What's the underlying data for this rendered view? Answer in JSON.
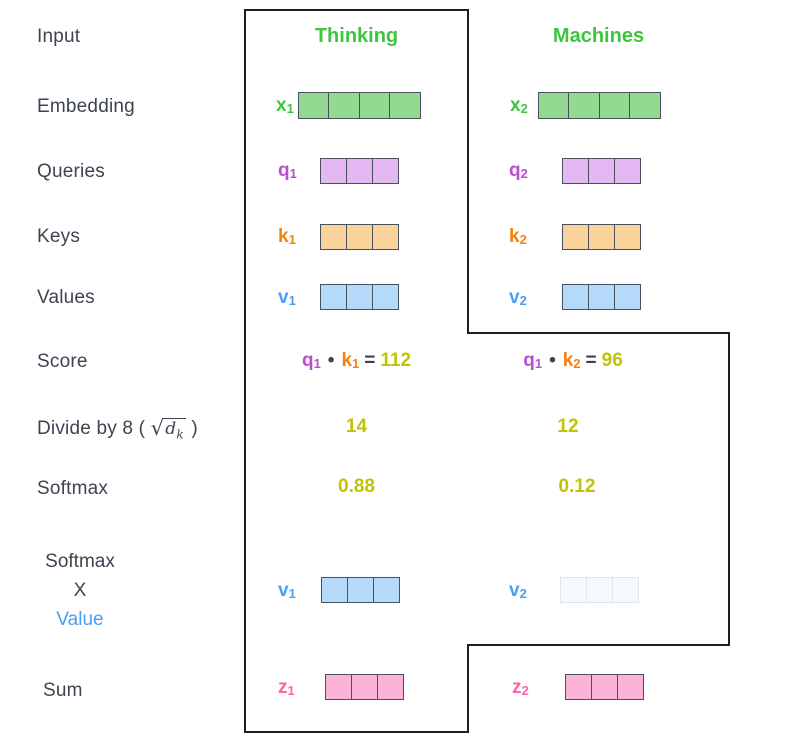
{
  "colors": {
    "green": "#3ec53e",
    "purple": "#bb4dd3",
    "orange": "#f5820b",
    "blue": "#4b9ff2",
    "pink": "#fb64a6",
    "olive": "#c2c306",
    "text": "#3d4450",
    "cell_green": "#93d98f",
    "cell_purple": "#e4b8f2",
    "cell_orange": "#fad39b",
    "cell_blue": "#b5d9f8",
    "cell_pink": "#fdb3d7",
    "cell_faded_fill": "#f5f9fd",
    "cell_faded_border": "#dde5ee",
    "outline": "#1e1e1e"
  },
  "left_labels": {
    "input": "Input",
    "embedding": "Embedding",
    "queries": "Queries",
    "keys": "Keys",
    "values": "Values",
    "score": "Score",
    "softmax": "Softmax",
    "softmax_x_line1": "Softmax",
    "softmax_x_line2": "X",
    "softmax_x_line3": "Value",
    "sum": "Sum"
  },
  "divide_label": {
    "prefix": "Divide by 8 (",
    "radical": "√",
    "radicand": "d",
    "radicand_sub": "k",
    "suffix": ")"
  },
  "headers": {
    "col1": "Thinking",
    "col2": "Machines"
  },
  "vectors": {
    "x1": {
      "base": "x",
      "sub": "1",
      "cells": 4
    },
    "x2": {
      "base": "x",
      "sub": "2",
      "cells": 4
    },
    "q1": {
      "base": "q",
      "sub": "1",
      "cells": 3
    },
    "q2": {
      "base": "q",
      "sub": "2",
      "cells": 3
    },
    "k1": {
      "base": "k",
      "sub": "1",
      "cells": 3
    },
    "k2": {
      "base": "k",
      "sub": "2",
      "cells": 3
    },
    "v1": {
      "base": "v",
      "sub": "1",
      "cells": 3
    },
    "v2": {
      "base": "v",
      "sub": "2",
      "cells": 3
    },
    "v1b": {
      "base": "v",
      "sub": "1",
      "cells": 3
    },
    "v2b": {
      "base": "v",
      "sub": "2",
      "cells": 3
    },
    "z1": {
      "base": "z",
      "sub": "1",
      "cells": 3
    },
    "z2": {
      "base": "z",
      "sub": "2",
      "cells": 3
    }
  },
  "score": {
    "col1": {
      "q": "q",
      "q_sub": "1",
      "dot": "•",
      "k": "k",
      "k_sub": "1",
      "eq": "=",
      "value": "112"
    },
    "col2": {
      "q": "q",
      "q_sub": "1",
      "dot": "•",
      "k": "k",
      "k_sub": "2",
      "eq": "=",
      "value": "96"
    }
  },
  "divide_values": {
    "col1": "14",
    "col2": "12"
  },
  "softmax_values": {
    "col1": "0.88",
    "col2": "0.12"
  }
}
